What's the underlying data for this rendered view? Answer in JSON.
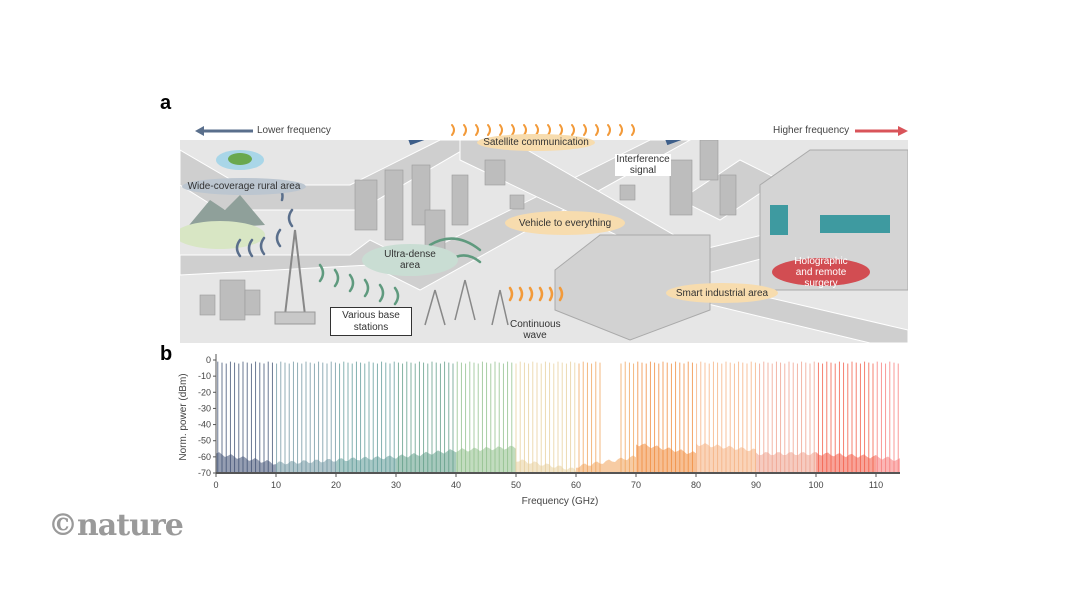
{
  "panel_a": {
    "letter": "a",
    "lower_frequency": "Lower frequency",
    "higher_frequency": "Higher frequency",
    "labels": {
      "satellite": "Satellite communication",
      "interference": "Interference signal",
      "rural": "Wide-coverage rural area",
      "v2x": "Vehicle to everything",
      "ultra_dense": "Ultra-dense area",
      "holographic": "Holographic and remote surgery",
      "industrial": "Smart industrial area",
      "base_stations": "Various base stations",
      "continuous_wave": "Continuous wave"
    },
    "colors": {
      "low": "#5a6f8c",
      "high": "#d9545a",
      "orange": "#f29a3a",
      "green": "#5f9a7e",
      "ground": "#e6e6e6"
    }
  },
  "panel_b": {
    "letter": "b"
  },
  "logo": "©nature",
  "chart_data": {
    "type": "line",
    "title": "",
    "xlabel": "Frequency (GHz)",
    "ylabel": "Norm. power (dBm)",
    "xlim": [
      0,
      114
    ],
    "ylim": [
      -70,
      2
    ],
    "xticks": [
      0,
      10,
      20,
      30,
      40,
      50,
      60,
      70,
      80,
      90,
      100,
      110
    ],
    "yticks": [
      0,
      -10,
      -20,
      -30,
      -40,
      -50,
      -60,
      -70
    ],
    "grid": false,
    "tone_peak_dbm": -1,
    "tone_spacing_ghz": 0.7,
    "tone_gaps_ghz": [
      [
        64.3,
        67.2
      ]
    ],
    "bands": [
      {
        "range": [
          0,
          10
        ],
        "color": "#3e4f72",
        "floor_start": -58,
        "floor_end": -64
      },
      {
        "range": [
          10,
          20
        ],
        "color": "#6f95a0",
        "floor_start": -64,
        "floor_end": -62
      },
      {
        "range": [
          20,
          30
        ],
        "color": "#5f9a98",
        "floor_start": -62,
        "floor_end": -60
      },
      {
        "range": [
          30,
          40
        ],
        "color": "#5e9c86",
        "floor_start": -60,
        "floor_end": -56
      },
      {
        "range": [
          40,
          50
        ],
        "color": "#8fbf8a",
        "floor_start": -56,
        "floor_end": -54
      },
      {
        "range": [
          50,
          60
        ],
        "color": "#e7cf9c",
        "floor_start": -62,
        "floor_end": -68
      },
      {
        "range": [
          60,
          70
        ],
        "color": "#f0a35a",
        "floor_start": -66,
        "floor_end": -60
      },
      {
        "range": [
          70,
          80
        ],
        "color": "#f08a3a",
        "floor_start": -52,
        "floor_end": -58
      },
      {
        "range": [
          80,
          90
        ],
        "color": "#f5b080",
        "floor_start": -52,
        "floor_end": -56
      },
      {
        "range": [
          90,
          100
        ],
        "color": "#efa08c",
        "floor_start": -58,
        "floor_end": -58
      },
      {
        "range": [
          100,
          110
        ],
        "color": "#f35a45",
        "floor_start": -58,
        "floor_end": -60
      },
      {
        "range": [
          110,
          114
        ],
        "color": "#f77a78",
        "floor_start": -60,
        "floor_end": -62
      }
    ]
  }
}
